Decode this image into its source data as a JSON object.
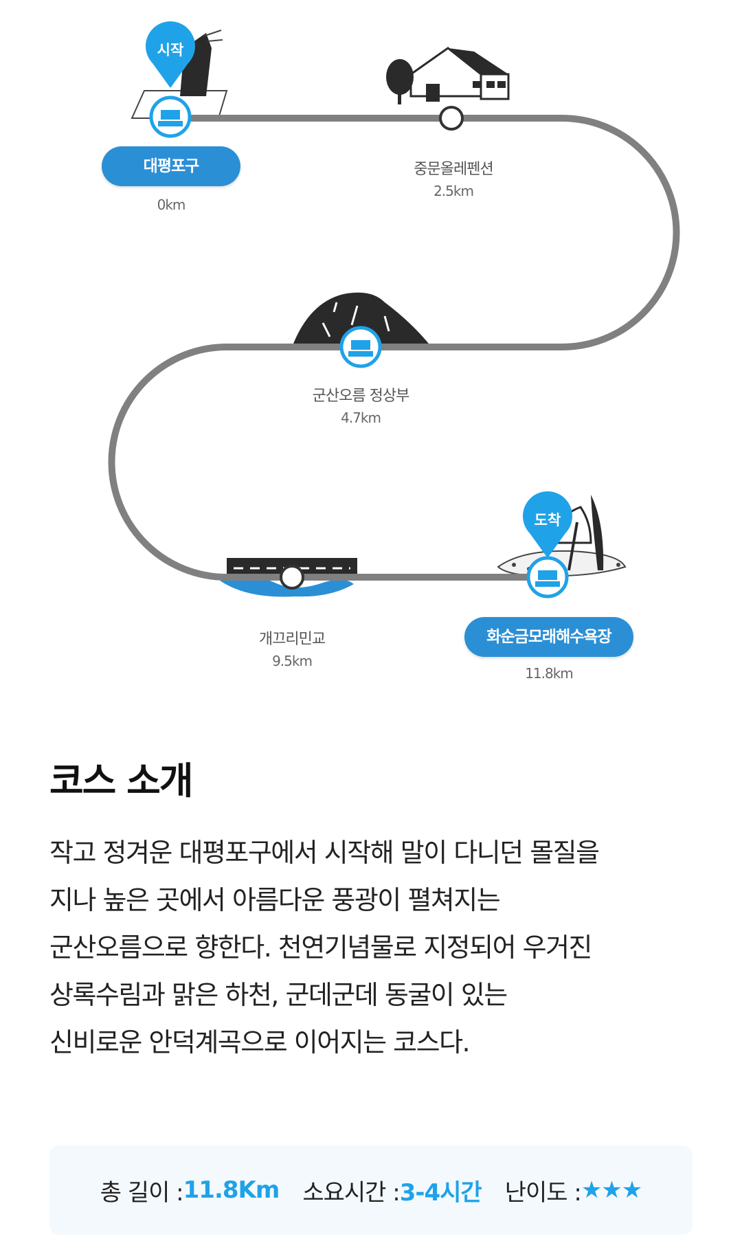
{
  "course_map": {
    "stops": [
      {
        "name": "대평포구",
        "distance": "0km",
        "pin": "시작",
        "highlight": true
      },
      {
        "name": "중문올레펜션",
        "distance": "2.5km"
      },
      {
        "name": "군산오름 정상부",
        "distance": "4.7km"
      },
      {
        "name": "개끄리민교",
        "distance": "9.5km"
      },
      {
        "name": "화순금모래해수욕장",
        "distance": "11.8km",
        "pin": "도착",
        "highlight": true
      }
    ],
    "colors": {
      "route": "#808080",
      "accent": "#2b8fd6",
      "marker": "#1fa2e8"
    }
  },
  "intro": {
    "title": "코스 소개",
    "lines": [
      "작고 정겨운 대평포구에서 시작해 말이 다니던 몰질을",
      "지나 높은 곳에서 아름다운 풍광이 펼쳐지는",
      "군산오름으로 향한다. 천연기념물로 지정되어 우거진",
      "상록수림과 맑은 하천, 군데군데 동굴이 있는",
      "신비로운 안덕계곡으로 이어지는 코스다."
    ]
  },
  "info": {
    "length_label": "총 길이 : ",
    "length_value": "11.8Km",
    "time_label": "소요시간 : ",
    "time_value": "3-4시간",
    "difficulty_label": "난이도 : ",
    "difficulty_value": "★★★",
    "difficulty_stars": 3,
    "value_color": "#1fa2e8"
  }
}
